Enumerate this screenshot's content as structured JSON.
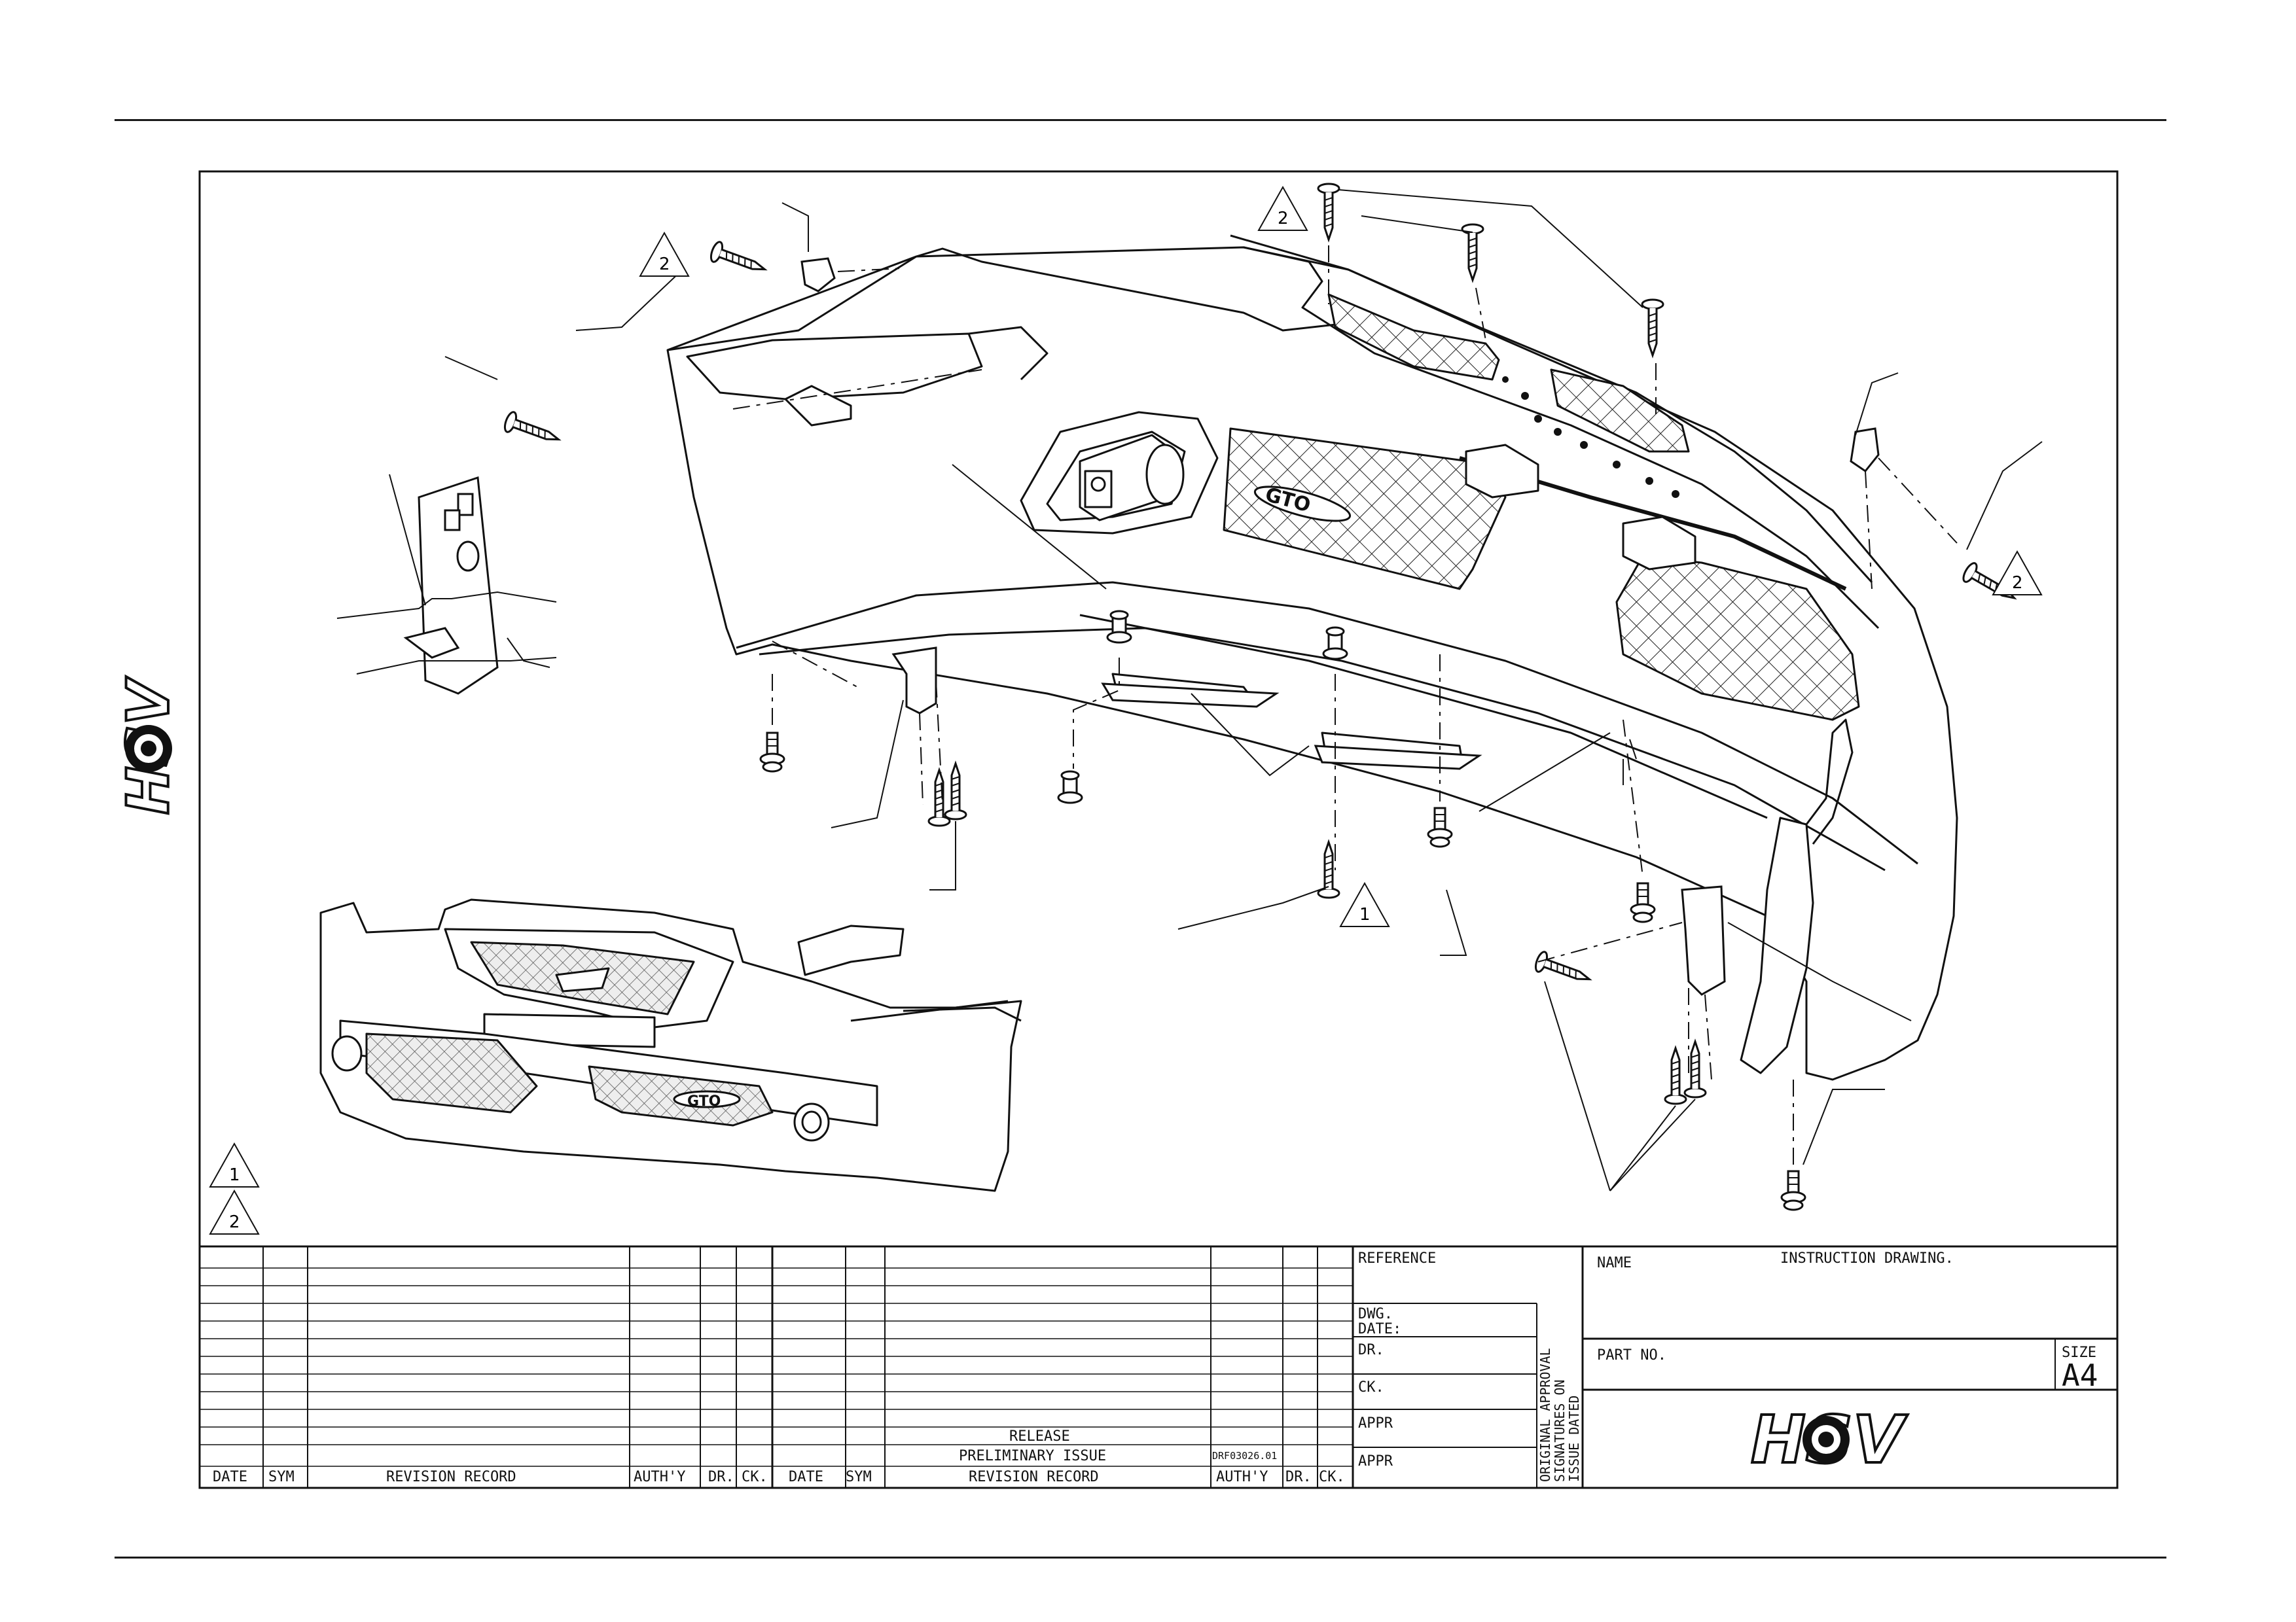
{
  "brand": {
    "logo_text": "HSV"
  },
  "callouts": {
    "triangle_1": "1",
    "triangle_2": "2",
    "badge_text": "GTO"
  },
  "legend": {
    "note_1": "1",
    "note_2": "2"
  },
  "revision_table": {
    "headers_left": [
      "DATE",
      "SYM",
      "REVISION RECORD",
      "AUTH'Y",
      "DR.",
      "CK."
    ],
    "headers_right": [
      "DATE",
      "SYM",
      "REVISION RECORD",
      "AUTH'Y",
      "DR.",
      "CK."
    ],
    "release_label": "RELEASE",
    "preliminary": "PRELIMINARY ISSUE",
    "preliminary_ref": "DRF03026.01"
  },
  "title_block": {
    "reference_label": "REFERENCE",
    "dwg_date_label_1": "DWG.",
    "dwg_date_label_2": "DATE:",
    "dr_label": "DR.",
    "ck_label": "CK.",
    "appr_label_1": "APPR",
    "appr_label_2": "APPR",
    "approval_note_1": "ORIGINAL APPROVAL",
    "approval_note_2": "SIGNATURES ON",
    "approval_note_3": "ISSUE DATED",
    "name_label": "NAME",
    "name_value": "INSTRUCTION DRAWING.",
    "part_no_label": "PART NO.",
    "size_label": "SIZE",
    "size_value": "A4"
  }
}
